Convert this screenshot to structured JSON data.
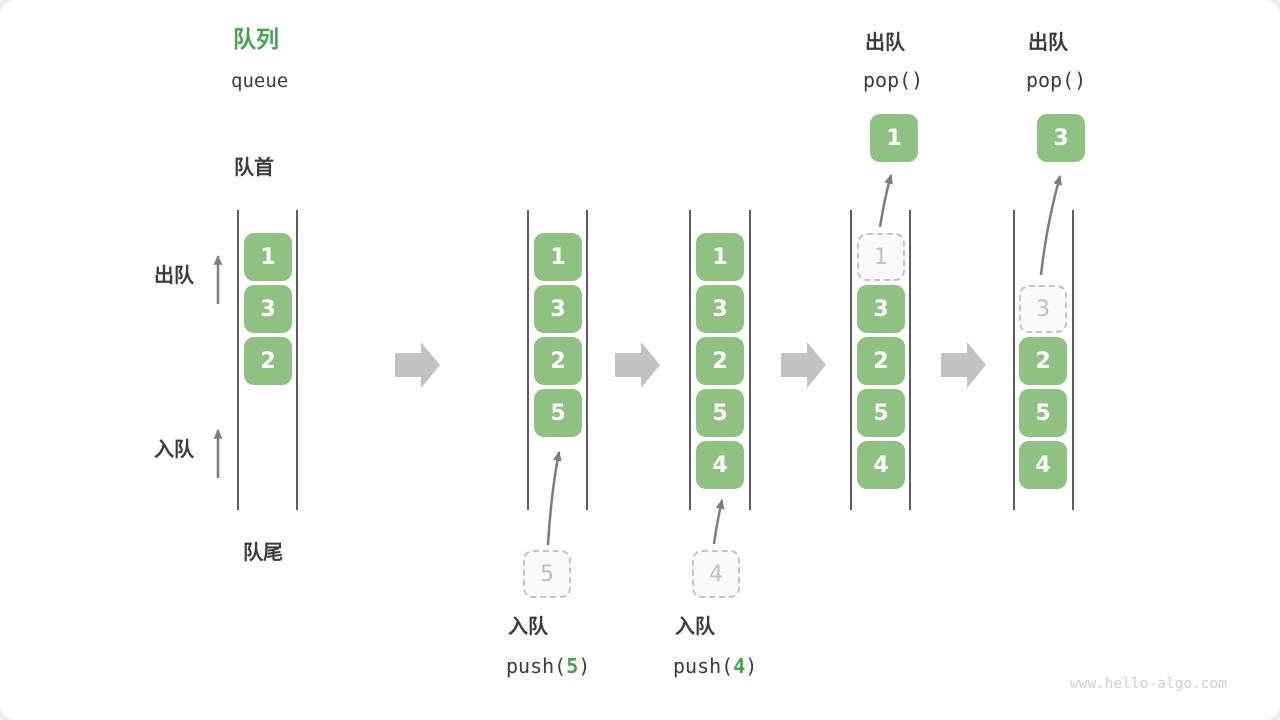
{
  "title": {
    "zh": "队列",
    "en": "queue"
  },
  "side_labels": {
    "front": "队首",
    "rear": "队尾",
    "dequeue": "出队",
    "enqueue": "入队"
  },
  "operations": {
    "push_5": {
      "label": "入队",
      "fn": "push(",
      "arg": "5",
      "close": ")"
    },
    "push_4": {
      "label": "入队",
      "fn": "push(",
      "arg": "4",
      "close": ")"
    },
    "pop_1": {
      "label": "出队",
      "code": "pop()"
    },
    "pop_2": {
      "label": "出队",
      "code": "pop()"
    }
  },
  "queue_states": [
    {
      "items": [
        "1",
        "3",
        "2"
      ]
    },
    {
      "items": [
        "1",
        "3",
        "2",
        "5"
      ],
      "incoming": "5"
    },
    {
      "items": [
        "1",
        "3",
        "2",
        "5",
        "4"
      ],
      "incoming": "4"
    },
    {
      "ghost": "1",
      "items": [
        "3",
        "2",
        "5",
        "4"
      ],
      "popped": "1"
    },
    {
      "ghost": "3",
      "items": [
        "2",
        "5",
        "4"
      ],
      "popped": "3"
    }
  ],
  "watermark": "www.hello-algo.com",
  "colors": {
    "accent_green": "#46a34f",
    "box_green": "#8fc183",
    "text_dark": "#3c3c3c",
    "wall_gray": "#5c5c5c",
    "flow_arrow_gray": "#c2c2c2",
    "arrow_gray": "#7d7d7d",
    "ghost_border": "#c4c4c4",
    "ghost_fill": "#fafafa",
    "ghost_text": "#c0c0c0",
    "watermark_gray": "#cfcfcf",
    "card_bg": "#ffffff",
    "page_bg": "#f5f5f5"
  }
}
